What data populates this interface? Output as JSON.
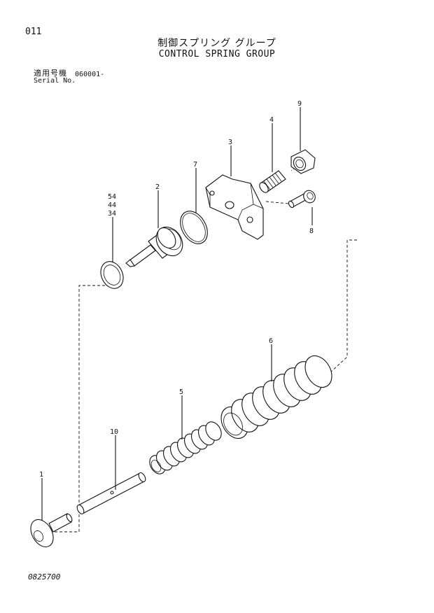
{
  "header": {
    "page_number": "011",
    "title_japanese": "制御スプリング グループ",
    "title_english": "CONTROL SPRING GROUP",
    "serial_label_japanese": "適用号機",
    "serial_label_english": "Serial No.",
    "serial_value": "060001-"
  },
  "callouts": {
    "part_1": "1",
    "part_2": "2",
    "part_3": "3",
    "part_4": "4",
    "part_5": "5",
    "part_6": "6",
    "part_7": "7",
    "part_8": "8",
    "part_9": "9",
    "part_10": "10",
    "part_54": "54",
    "part_44": "44",
    "part_34": "34"
  },
  "footer": {
    "drawing_number": "0825700"
  }
}
